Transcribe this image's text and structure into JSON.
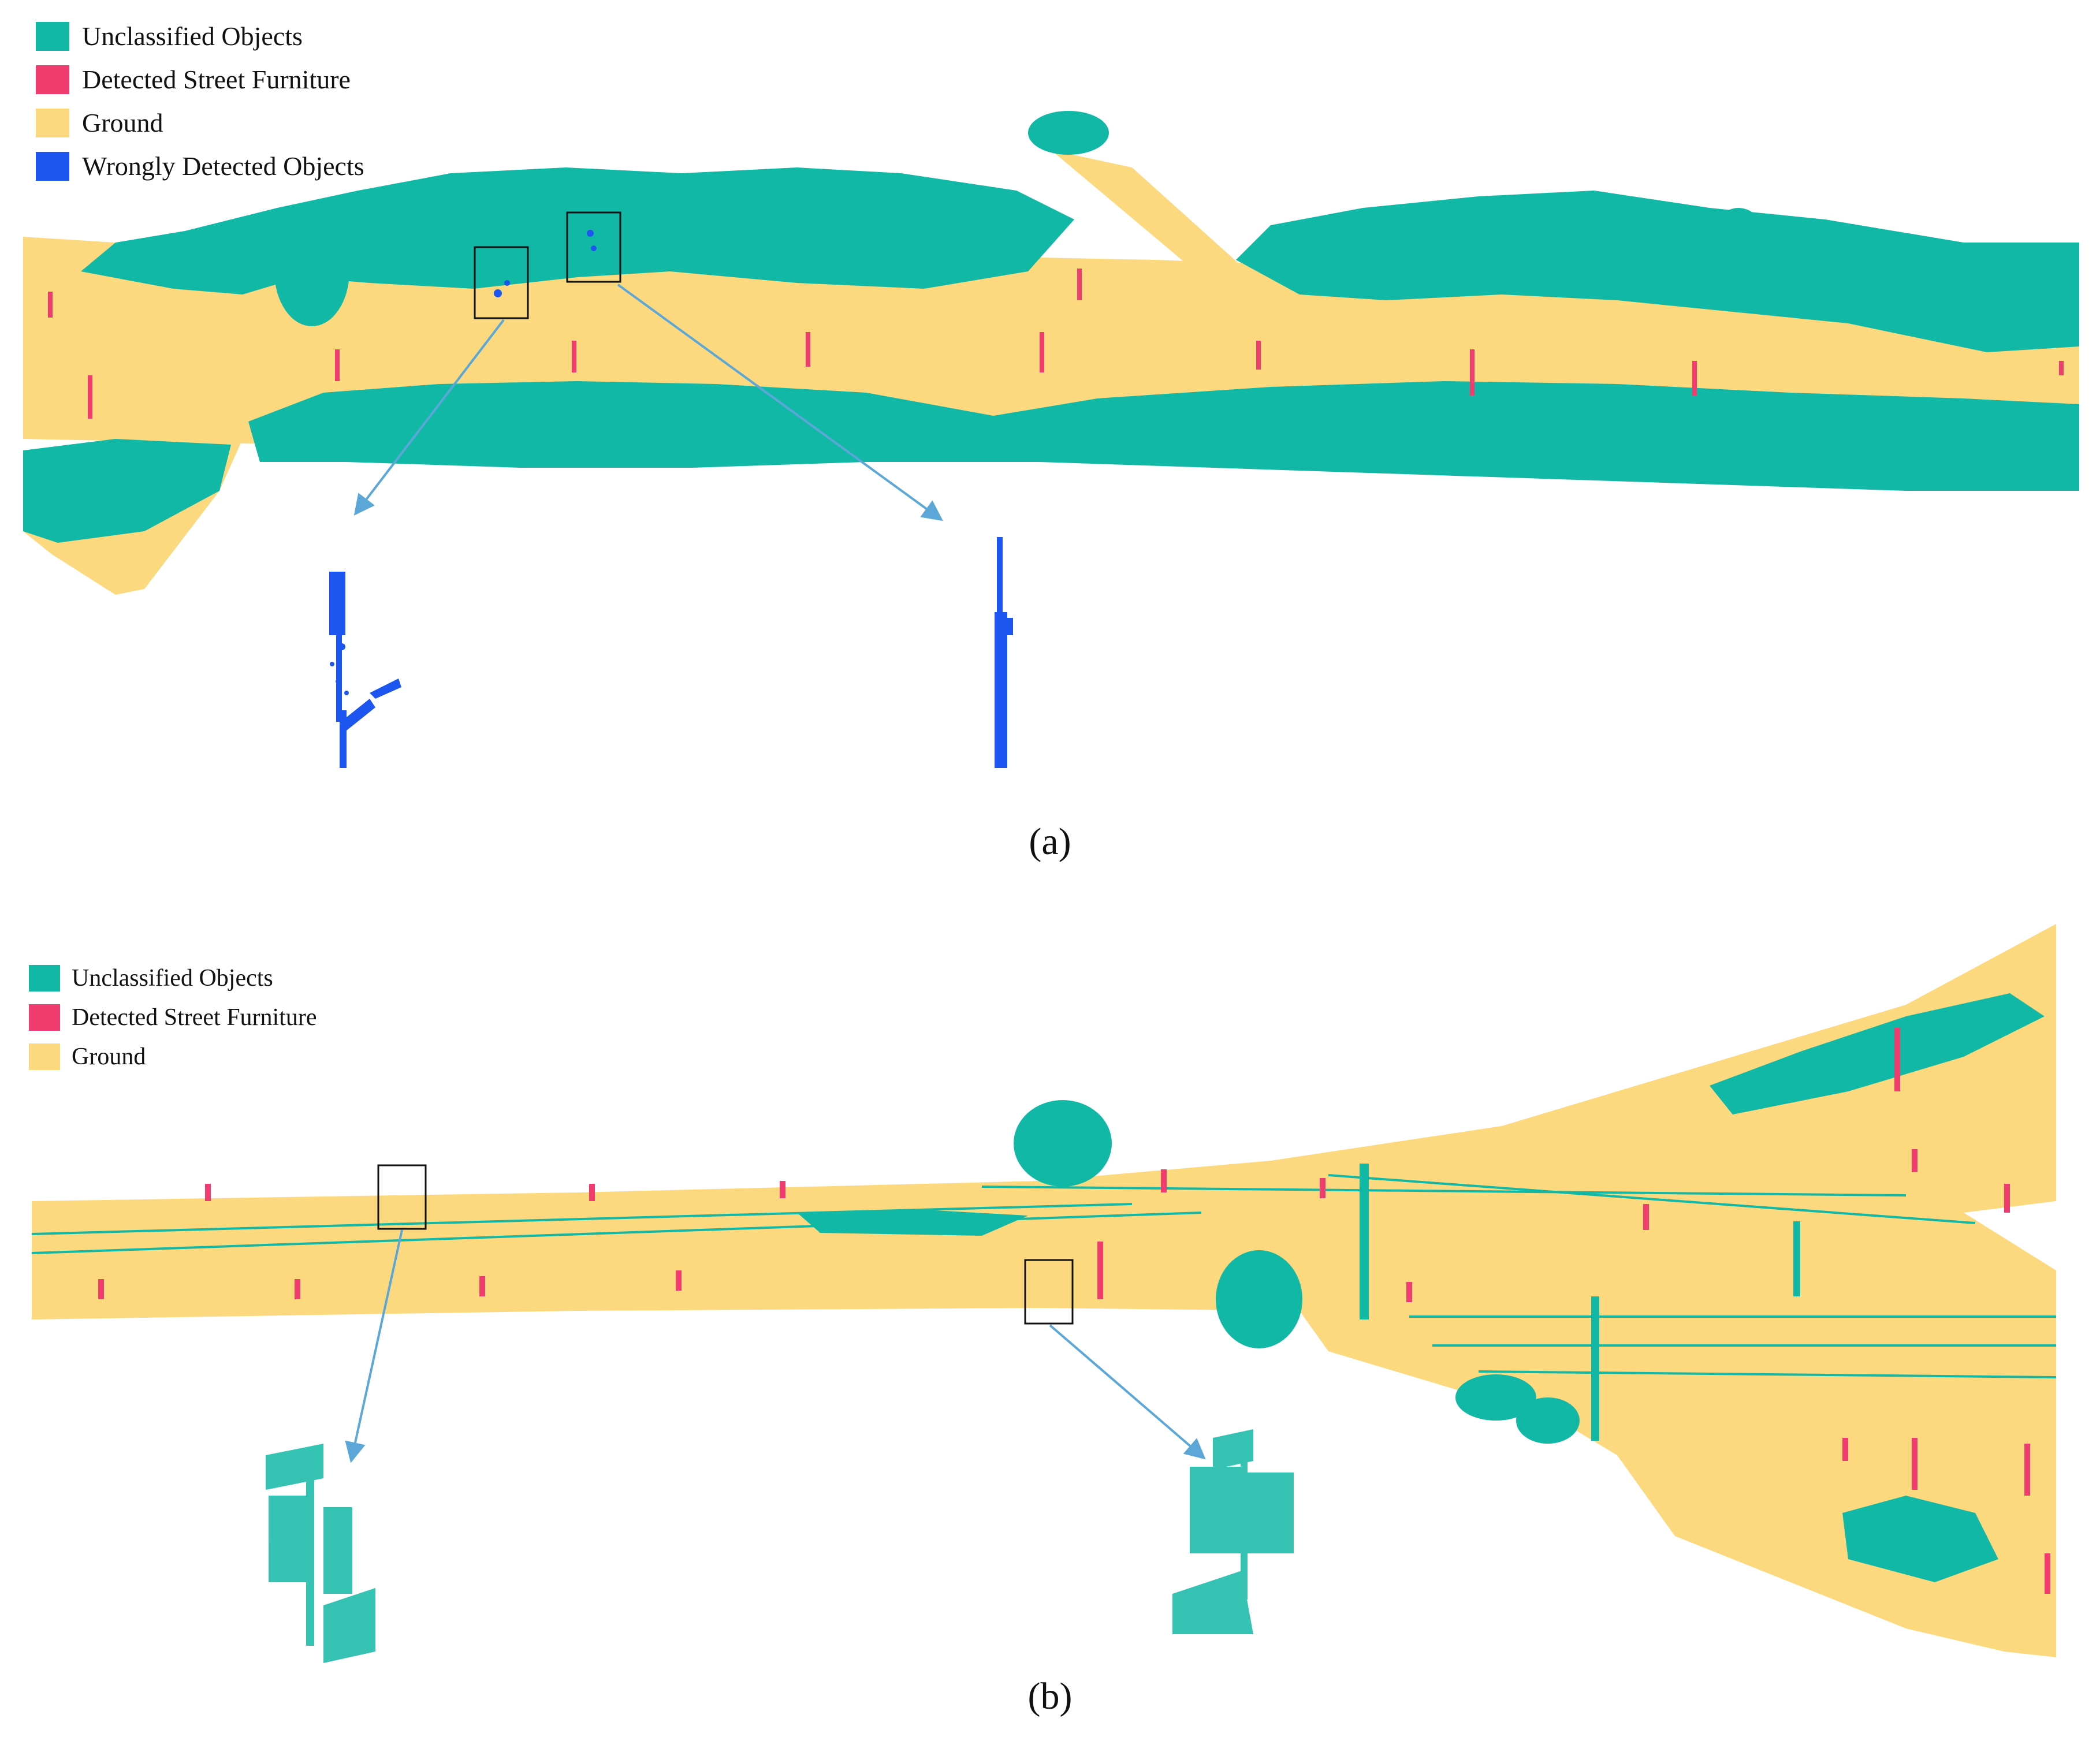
{
  "colors": {
    "unclassified": "#12b8a6",
    "street_furniture": "#f03c6e",
    "ground": "#fcd97e",
    "wrongly_detected": "#1d55f0",
    "arrow": "#5aa7d8",
    "box": "#111111"
  },
  "panel_a": {
    "caption": "(a)",
    "legend": [
      {
        "label": "Unclassified Objects",
        "color": "#12b8a6"
      },
      {
        "label": "Detected Street Furniture",
        "color": "#f03c6e"
      },
      {
        "label": "Ground",
        "color": "#fcd97e"
      },
      {
        "label": "Wrongly Detected Objects",
        "color": "#1d55f0"
      }
    ]
  },
  "panel_b": {
    "caption": "(b)",
    "legend": [
      {
        "label": "Unclassified Objects",
        "color": "#12b8a6"
      },
      {
        "label": "Detected Street Furniture",
        "color": "#f03c6e"
      },
      {
        "label": "Ground",
        "color": "#fcd97e"
      }
    ]
  }
}
